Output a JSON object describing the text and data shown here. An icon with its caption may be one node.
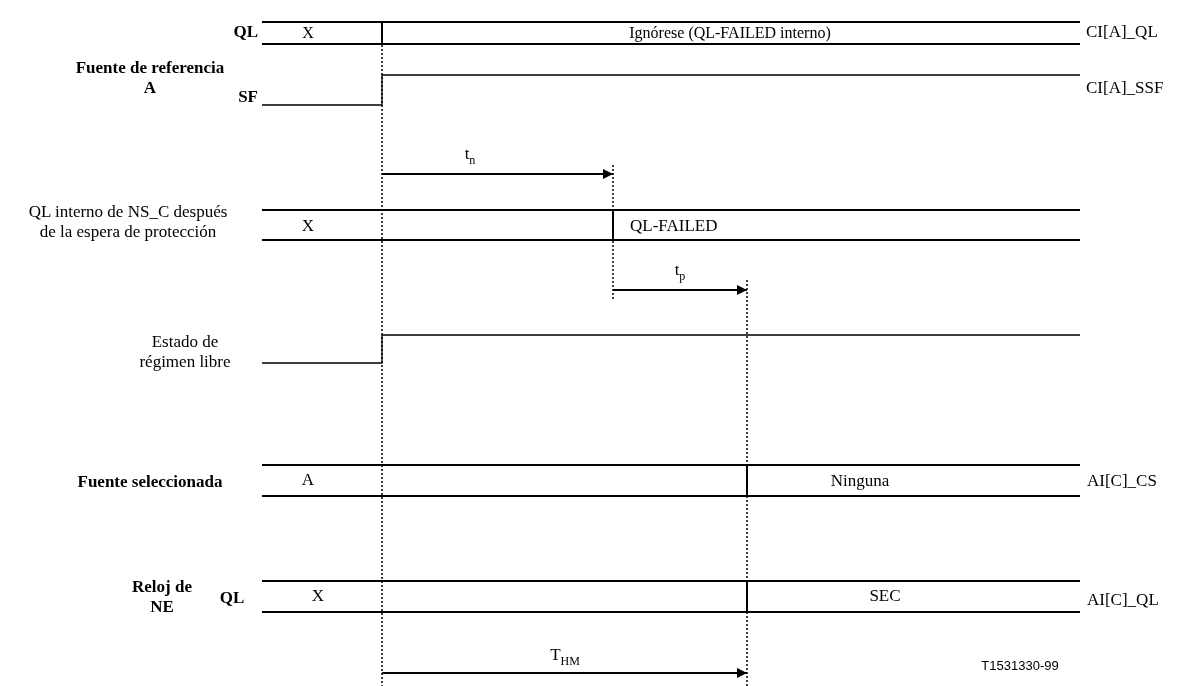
{
  "diagram": {
    "labels": [
      "QL",
      "X",
      "Ignórese (QL-FAILED interno)",
      "CI[A]_QL",
      "Fuente de referencia A",
      "SF",
      "CI[A]_SSF",
      "t$_{n}$",
      "QL interno de NS_C después de la espera de protección",
      "X",
      "QL-FAILED",
      "t$_{p}$",
      "Estado de régimen libre",
      "Fuente seleccionada",
      "A",
      "Ninguna",
      "AI[C]_CS",
      "Reloj de NE",
      "QL",
      "X",
      "SEC",
      "AI[C]_QL",
      "T$_{HM}$",
      "T1531330-99"
    ]
  }
}
